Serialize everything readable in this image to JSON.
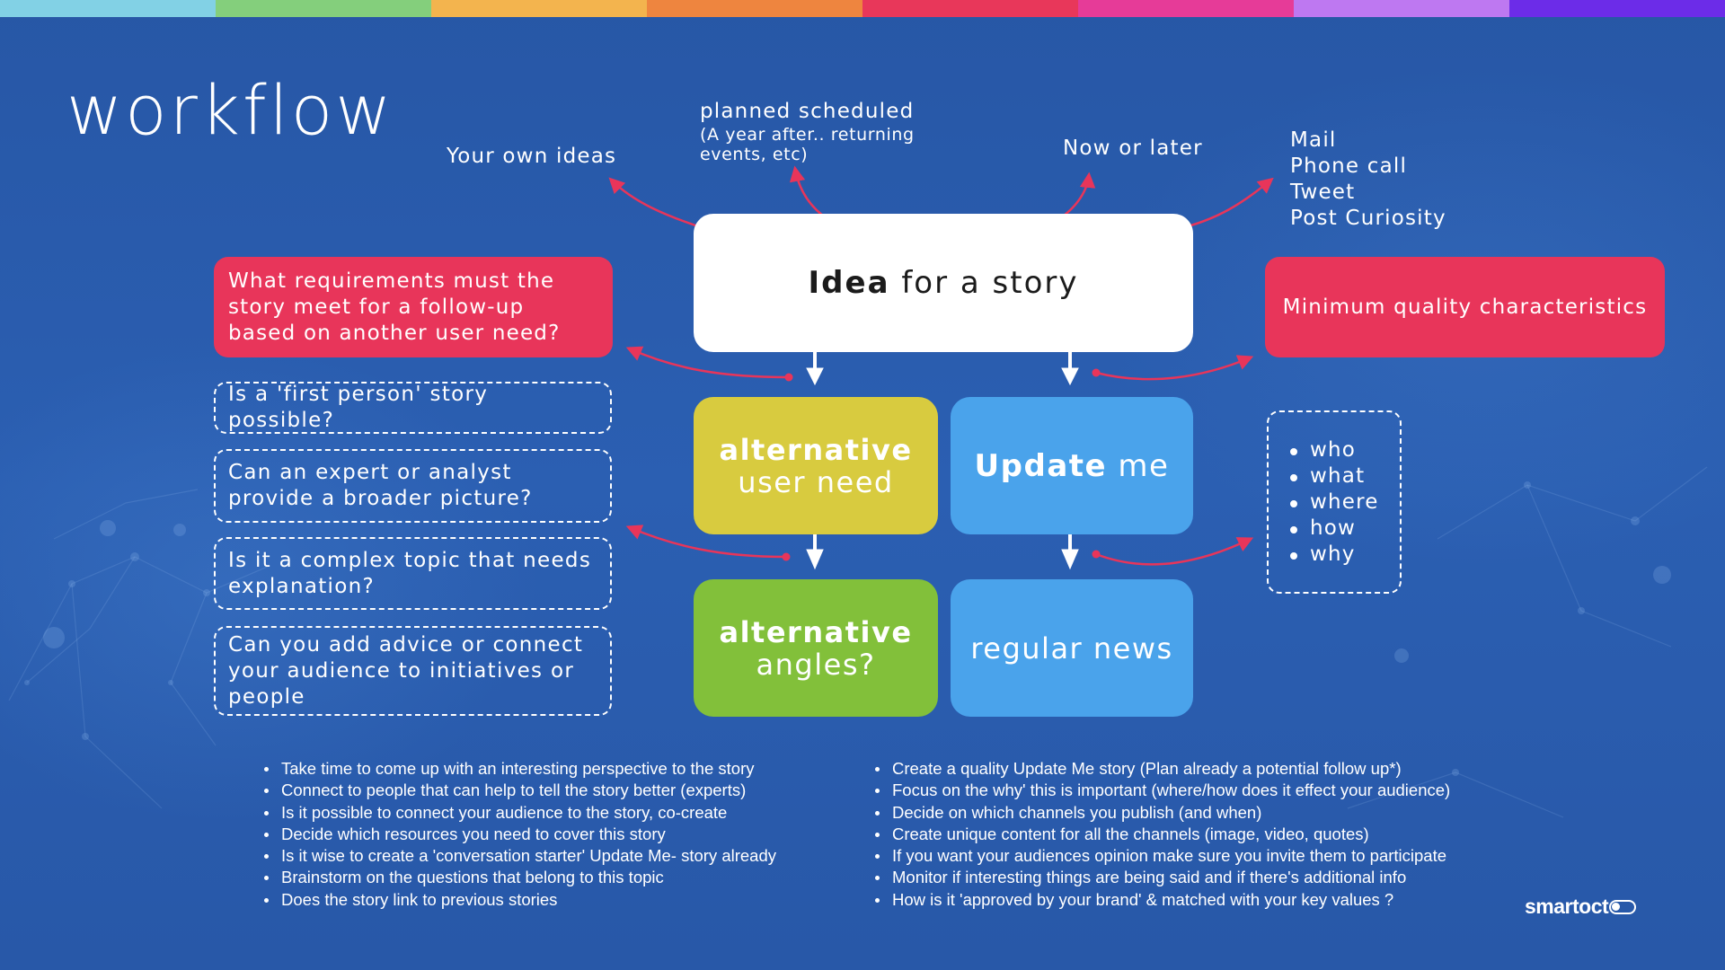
{
  "colors": {
    "stripes": [
      "#82d1e5",
      "#84cf7c",
      "#f3b44e",
      "#ee853f",
      "#e8375a",
      "#e63b98",
      "#be78f1",
      "#6c2ce8"
    ],
    "background": "#2a5bac",
    "accent_red": "#e8355a",
    "yellow_box": "#d8cb3f",
    "blue_box": "#4aa3eb",
    "green_box": "#82c03a"
  },
  "title": "workflow",
  "top_labels": {
    "own_ideas": "Your own ideas",
    "planned": "planned scheduled",
    "planned_sub": "(A year after.. returning events, etc)",
    "now_later": "Now or later",
    "channels": [
      "Mail",
      "Phone call",
      "Tweet",
      "Post Curiosity"
    ]
  },
  "flow": {
    "idea": {
      "bold": "Idea",
      "rest": " for a story"
    },
    "alternative_user_need": {
      "bold": "alternative",
      "rest": "user need"
    },
    "update_me": {
      "bold": "Update",
      "rest": " me"
    },
    "alternative_angles": {
      "bold": "alternative",
      "rest": "angles?"
    },
    "regular_news": "regular news"
  },
  "left_panel": {
    "requirements": "What requirements must the story meet for a follow-up based on another user need?",
    "questions": [
      "Is a 'first person' story possible?",
      "Can an expert or analyst provide a broader picture?",
      "Is it a complex topic that needs explanation?",
      "Can you add advice or connect your audience to initiatives or people"
    ]
  },
  "right_panel": {
    "minimum_quality": "Minimum quality characteristics",
    "w_questions": [
      "who",
      "what",
      "where",
      "how",
      "why"
    ]
  },
  "tips_left": [
    "Take time to come up with an interesting perspective to the story",
    "Connect to people that can help to tell the story better (experts)",
    "Is it possible to connect your audience to the story, co-create",
    "Decide which resources you need to cover this story",
    "Is it wise to create a 'conversation starter' Update Me- story already",
    "Brainstorm on the questions that belong to this topic",
    "Does the story link to previous stories"
  ],
  "tips_right": [
    "Create a quality Update Me story (Plan already a potential follow up*)",
    "Focus on the why' this is important (where/how does it effect your audience)",
    "Decide on which channels you publish (and when)",
    "Create unique content for all the channels (image, video, quotes)",
    "If you want your audiences opinion make sure you invite them to participate",
    "Monitor if interesting things are being said and if there's additional info",
    "How is it 'approved by your brand' & matched with your key values ?"
  ],
  "logo": {
    "text": "smartoct"
  }
}
